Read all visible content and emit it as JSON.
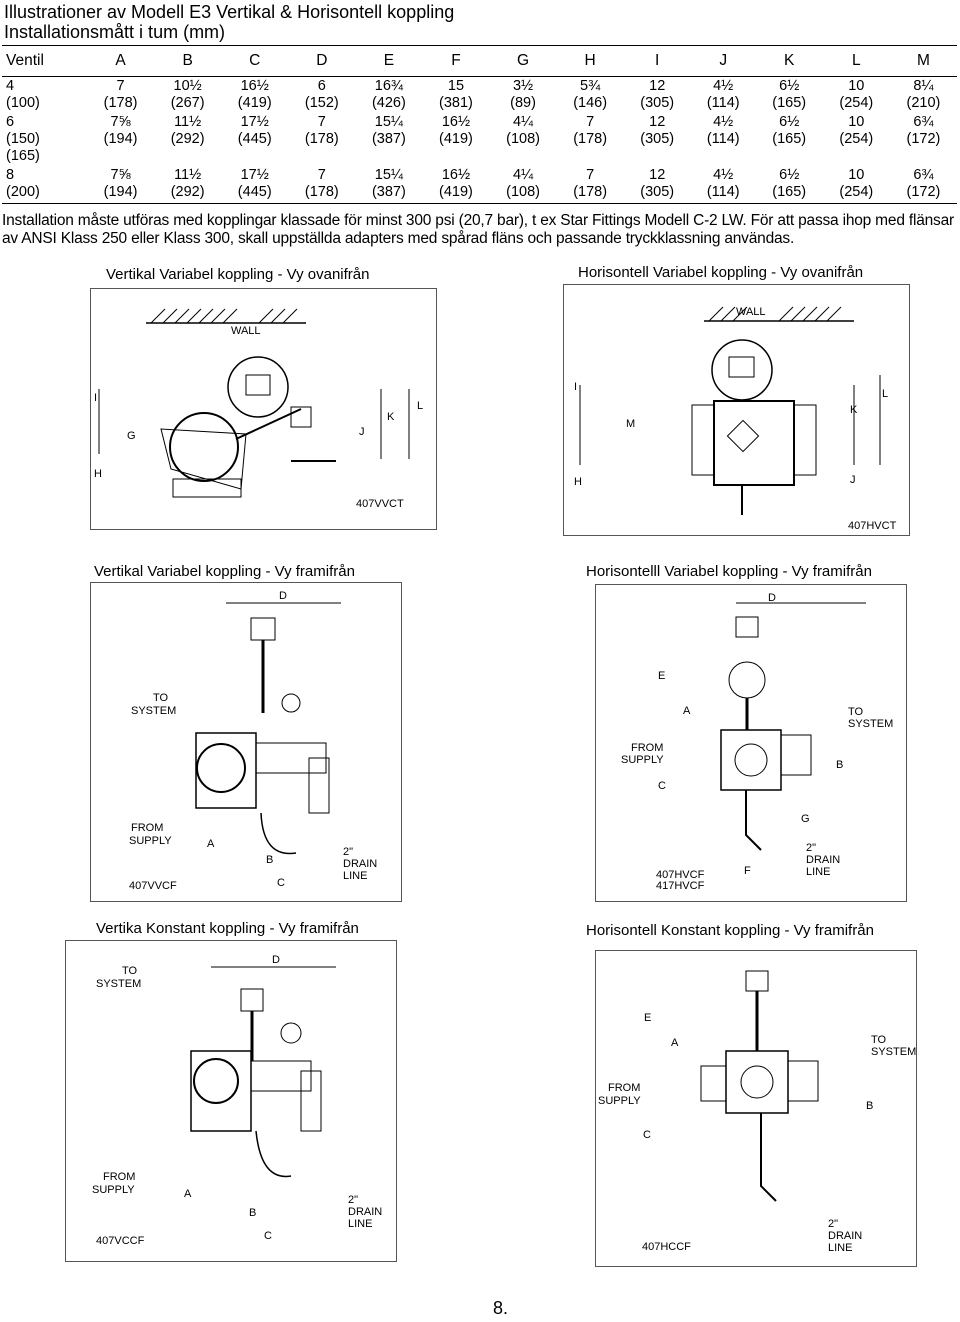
{
  "header": {
    "title_line1": "Illustrationer av Modell E3 Vertikal & Horisontell koppling",
    "title_line2": "Installationsmått i tum (mm)"
  },
  "table": {
    "headers": [
      "Ventil",
      "A",
      "B",
      "C",
      "D",
      "E",
      "F",
      "G",
      "H",
      "I",
      "J",
      "K",
      "L",
      "M"
    ],
    "rows": [
      [
        [
          "4",
          "(100)"
        ],
        [
          "7",
          "(178)"
        ],
        [
          "10½",
          "(267)"
        ],
        [
          "16½",
          "(419)"
        ],
        [
          "6",
          "(152)"
        ],
        [
          "16¾",
          "(426)"
        ],
        [
          "15",
          "(381)"
        ],
        [
          "3½",
          "(89)"
        ],
        [
          "5¾",
          "(146)"
        ],
        [
          "12",
          "(305)"
        ],
        [
          "4½",
          "(114)"
        ],
        [
          "6½",
          "(165)"
        ],
        [
          "10",
          "(254)"
        ],
        [
          "8¼",
          "(210)"
        ]
      ],
      [
        [
          "6",
          "(150)",
          "(165)"
        ],
        [
          "7⅝",
          "(194)"
        ],
        [
          "11½",
          "(292)"
        ],
        [
          "17½",
          "(445)"
        ],
        [
          "7",
          "(178)"
        ],
        [
          "15¼",
          "(387)"
        ],
        [
          "16½",
          "(419)"
        ],
        [
          "4¼",
          "(108)"
        ],
        [
          "7",
          "(178)"
        ],
        [
          "12",
          "(305)"
        ],
        [
          "4½",
          "(114)"
        ],
        [
          "6½",
          "(165)"
        ],
        [
          "10",
          "(254)"
        ],
        [
          "6¾",
          "(172)"
        ]
      ],
      [
        [
          "8",
          "(200)"
        ],
        [
          "7⅝",
          "(194)"
        ],
        [
          "11½",
          "(292)"
        ],
        [
          "17½",
          "(445)"
        ],
        [
          "7",
          "(178)"
        ],
        [
          "15¼",
          "(387)"
        ],
        [
          "16½",
          "(419)"
        ],
        [
          "4¼",
          "(108)"
        ],
        [
          "7",
          "(178)"
        ],
        [
          "12",
          "(305)"
        ],
        [
          "4½",
          "(114)"
        ],
        [
          "6½",
          "(165)"
        ],
        [
          "10",
          "(254)"
        ],
        [
          "6¾",
          "(172)"
        ]
      ]
    ]
  },
  "note": "Installation måste utföras med kopplingar klassade för minst 300 psi (20,7 bar), t ex Star Fittings Modell C-2 LW. För att passa ihop med flänsar av ANSI Klass 250 eller Klass 300, skall uppställda adapters med spårad fläns och passande tryckklassning användas.",
  "figures": {
    "vert_top": {
      "caption": "Vertikal Variabel koppling - Vy ovanifrån",
      "labels": {
        "wall": "WALL",
        "i": "I",
        "g": "G",
        "h": "H",
        "j": "J",
        "k": "K",
        "l": "L",
        "code": "407VVCT"
      }
    },
    "horiz_top": {
      "caption": "Horisontell Variabel koppling - Vy ovanifrån",
      "labels": {
        "wall": "WALL",
        "i": "I",
        "m": "M",
        "h": "H",
        "k": "K",
        "l": "L",
        "j": "J",
        "code": "407HVCT"
      }
    },
    "vert_front": {
      "caption": "Vertikal Variabel koppling  - Vy framifrån",
      "labels": {
        "d": "D",
        "to1": "TO",
        "to2": "SYSTEM",
        "from1": "FROM",
        "from2": "SUPPLY",
        "a": "A",
        "b": "B",
        "c": "C",
        "drain1": "2\"",
        "drain2": "DRAIN",
        "drain3": "LINE",
        "code": "407VVCF"
      }
    },
    "horiz_front": {
      "caption": "Horisontelll Variabel koppling - Vy framifrån",
      "labels": {
        "d": "D",
        "e": "E",
        "a": "A",
        "to1": "TO",
        "to2": "SYSTEM",
        "from1": "FROM",
        "from2": "SUPPLY",
        "b": "B",
        "c": "C",
        "g": "G",
        "f": "F",
        "drain1": "2\"",
        "drain2": "DRAIN",
        "drain3": "LINE",
        "code1": "407HVCF",
        "code2": "417HVCF"
      }
    },
    "vert_const": {
      "caption": "Vertika Konstant koppling  - Vy framifrån",
      "labels": {
        "d": "D",
        "to1": "TO",
        "to2": "SYSTEM",
        "from1": "FROM",
        "from2": "SUPPLY",
        "a": "A",
        "b": "B",
        "c": "C",
        "drain1": "2\"",
        "drain2": "DRAIN",
        "drain3": "LINE",
        "code": "407VCCF"
      }
    },
    "horiz_const": {
      "caption": "Horisontell Konstant koppling - Vy framifrån",
      "labels": {
        "e": "E",
        "a": "A",
        "to1": "TO",
        "to2": "SYSTEM",
        "from1": "FROM",
        "from2": "SUPPLY",
        "b": "B",
        "c": "C",
        "drain1": "2\"",
        "drain2": "DRAIN",
        "drain3": "LINE",
        "code": "407HCCF"
      }
    }
  },
  "page_number": "8."
}
